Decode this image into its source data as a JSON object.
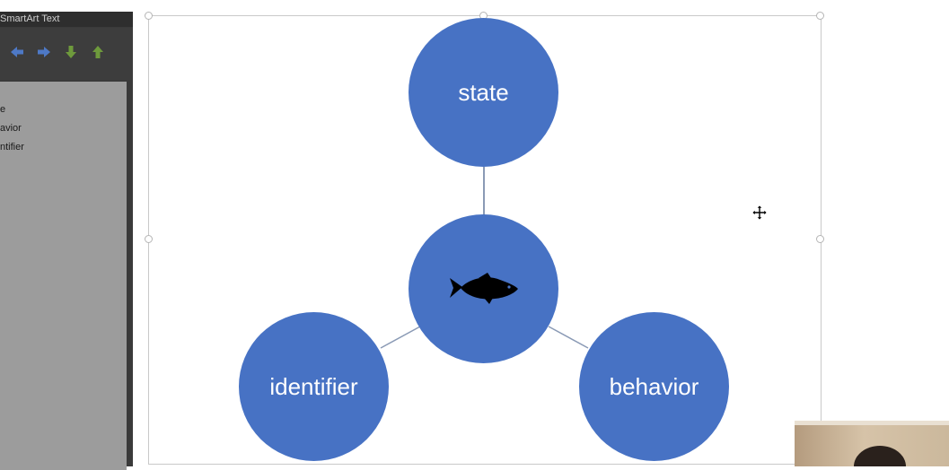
{
  "slide": {
    "title_visible": "ect"
  },
  "text_pane": {
    "header": "SmartArt Text",
    "items": [
      "e",
      "avior",
      "ntifier"
    ]
  },
  "smartart": {
    "center_icon": "fish-icon",
    "nodes": {
      "top": "state",
      "left": "identifier",
      "right": "behavior"
    },
    "node_color": "#4772c4"
  },
  "icons": {
    "move_cursor": "move-cursor-icon",
    "toolbar": [
      "arrow-left-icon",
      "arrow-right-icon",
      "arrow-down-icon",
      "arrow-up-icon"
    ]
  }
}
